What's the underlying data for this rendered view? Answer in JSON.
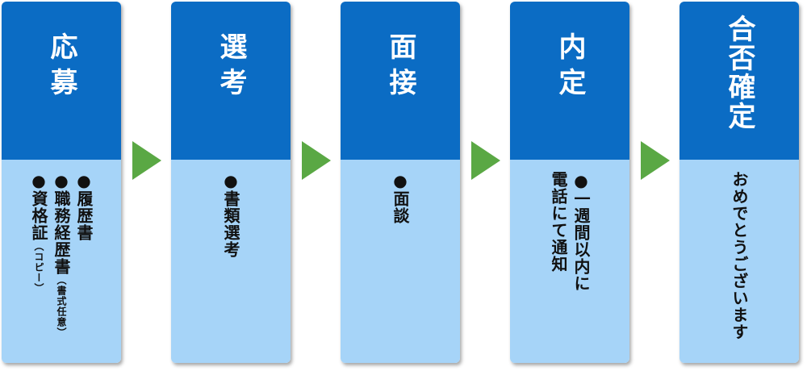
{
  "colors": {
    "head": "#0b6cc4",
    "body": "#a6d4f8",
    "arrow": "#5aa844"
  },
  "steps": [
    {
      "title": "応募",
      "lines": [
        {
          "bullet": "●",
          "text": "履歴書",
          "note": ""
        },
        {
          "bullet": "●",
          "text": "職務経歴書",
          "note": "（書式任意）"
        },
        {
          "bullet": "●",
          "text": "資格証",
          "note": "（コピー）"
        }
      ]
    },
    {
      "title": "選考",
      "lines": [
        {
          "bullet": "●",
          "text": "書類選考",
          "note": ""
        }
      ]
    },
    {
      "title": "面接",
      "lines": [
        {
          "bullet": "●",
          "text": "面談",
          "note": ""
        }
      ]
    },
    {
      "title": "内定",
      "lines": [
        {
          "bullet": "●",
          "text": "一週間以内に",
          "note": ""
        },
        {
          "bullet": "",
          "text": "電話にて通知",
          "note": ""
        }
      ]
    },
    {
      "title": "合否確定",
      "lines": [
        {
          "bullet": "",
          "text": "おめでとうございます",
          "note": ""
        }
      ]
    }
  ]
}
